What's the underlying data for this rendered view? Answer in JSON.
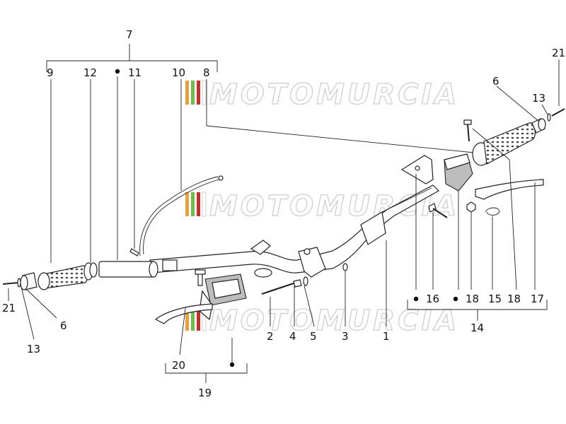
{
  "watermark": {
    "text": "MOTOMURCIA",
    "stripe_colors": [
      "#e8a13a",
      "#6cc04a",
      "#c4302b"
    ]
  },
  "labels": {
    "l1": "1",
    "l2": "2",
    "l3": "3",
    "l4": "4",
    "l5": "5",
    "l6a": "6",
    "l6b": "6",
    "l7": "7",
    "l8": "8",
    "l9": "9",
    "l10": "10",
    "l11": "11",
    "l12": "12",
    "l13a": "13",
    "l13b": "13",
    "l14": "14",
    "l15": "15",
    "l16": "16",
    "l17": "17",
    "l18a": "18",
    "l18b": "18",
    "l19": "19",
    "l20": "20",
    "l21a": "21",
    "l21b": "21"
  }
}
